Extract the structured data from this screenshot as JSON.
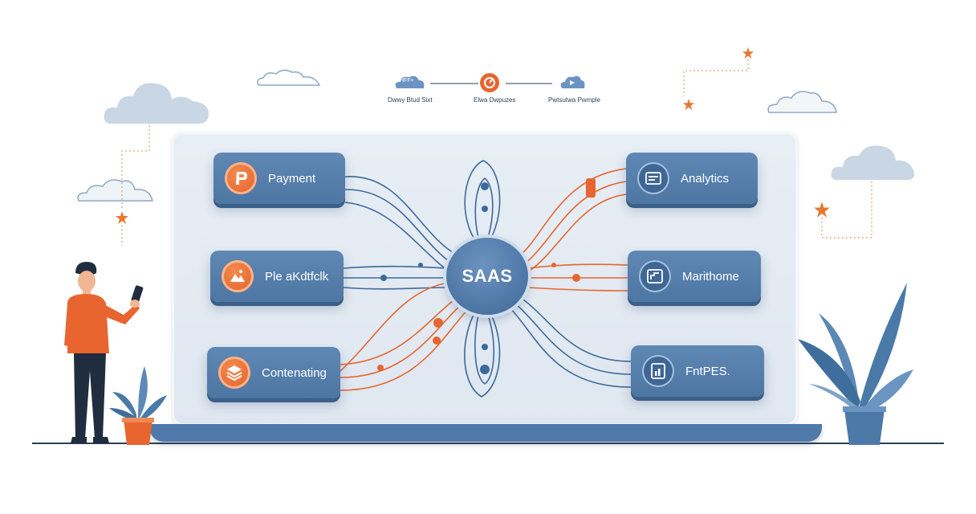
{
  "top_flow": {
    "steps": [
      {
        "icon": "cloud-icon",
        "badge": "HFF+",
        "caption": "Dwwy Btud Sixt"
      },
      {
        "icon": "clock-icon",
        "caption": "Elwa Dwpuzes"
      },
      {
        "icon": "play-cloud-icon",
        "caption": "Pwtsutwa Pwmple"
      }
    ]
  },
  "hub": {
    "label": "SAAS"
  },
  "nodes": {
    "left": [
      {
        "label": "Payment",
        "icon": "payment-icon"
      },
      {
        "label": "Ple aKdtfclk",
        "icon": "mountain-icon"
      },
      {
        "label": "Contenating",
        "icon": "layers-icon"
      }
    ],
    "right": [
      {
        "label": "Analytics",
        "icon": "analytics-icon"
      },
      {
        "label": "Marithome",
        "icon": "chart-window-icon"
      },
      {
        "label": "FntPES.",
        "icon": "document-chart-icon"
      }
    ]
  },
  "colors": {
    "accent_orange": "#e8652f",
    "node_blue": "#5079a6",
    "line_blue": "#3d6a9c",
    "board": "#e3eaf2"
  }
}
